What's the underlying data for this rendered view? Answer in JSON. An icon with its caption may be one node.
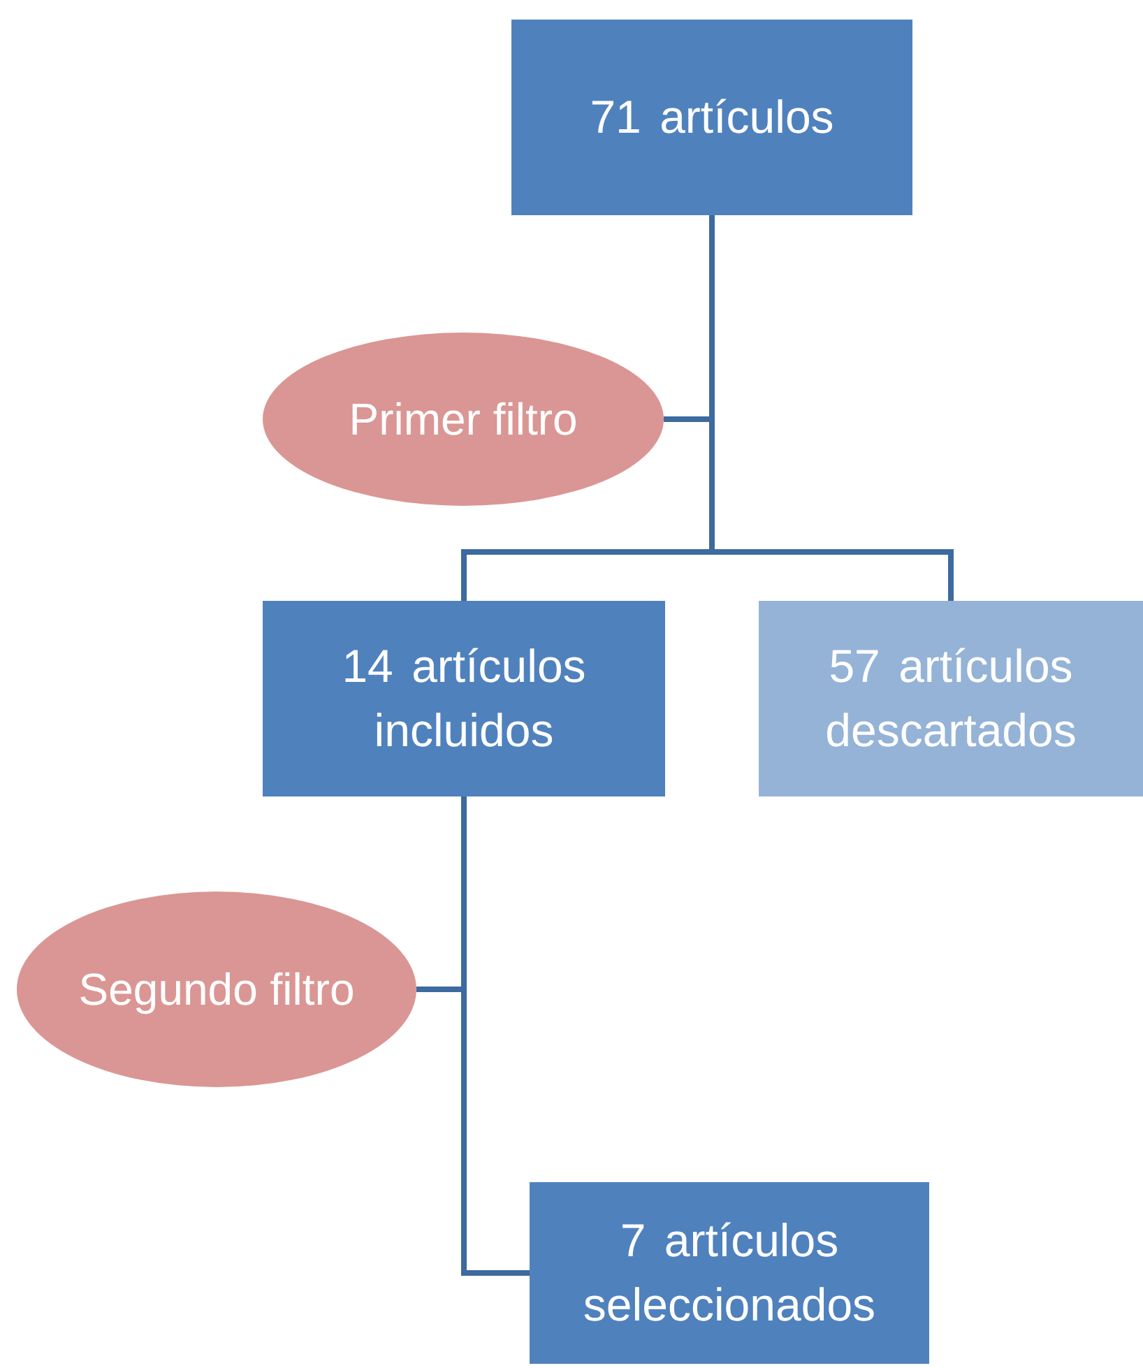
{
  "diagram": {
    "nodes": [
      {
        "text": [
          "71 artículos"
        ]
      },
      {
        "text": [
          "Primer filtro"
        ]
      },
      {
        "text": [
          "14 artículos incluidos"
        ]
      },
      {
        "text": [
          "57 artículos descartados"
        ]
      },
      {
        "text": [
          "Segundo filtro"
        ]
      },
      {
        "text": [
          "7 artículos seleccionados"
        ]
      }
    ],
    "edges": [
      {
        "from": 0,
        "to": 2,
        "arrow": "none"
      },
      {
        "from": 0,
        "to": 3,
        "arrow": "none"
      },
      {
        "from": 1,
        "to": null,
        "arrow": "none"
      },
      {
        "from": 2,
        "to": 5,
        "arrow": "none"
      },
      {
        "from": 4,
        "to": null,
        "arrow": "none"
      }
    ]
  }
}
